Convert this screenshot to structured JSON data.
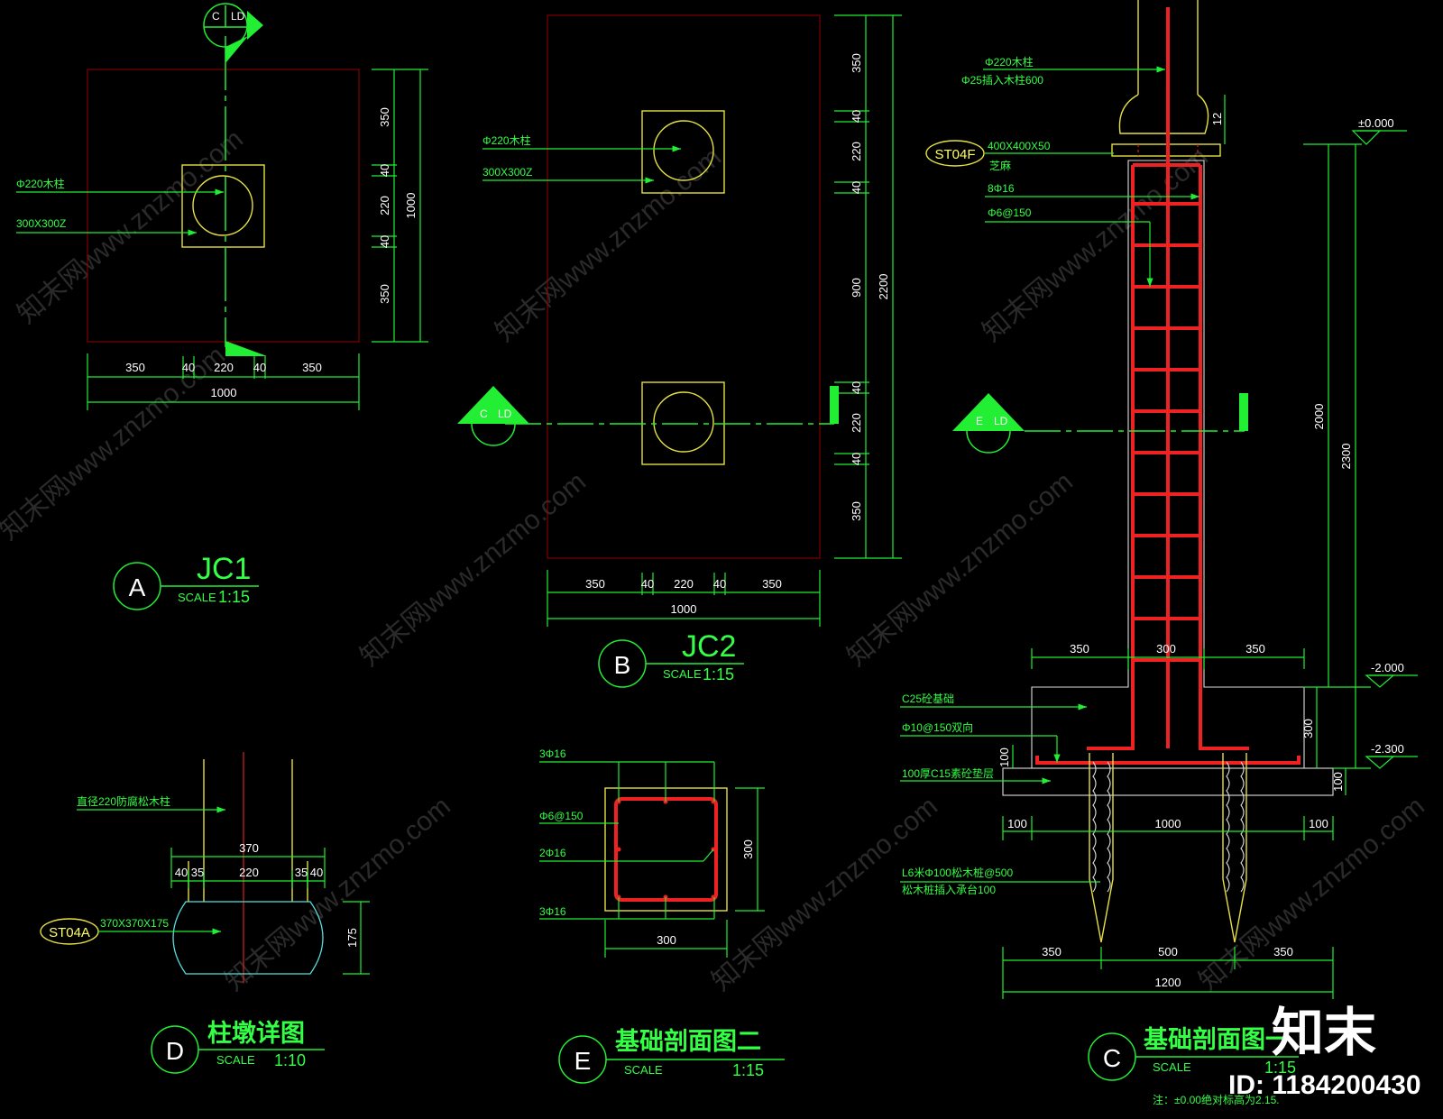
{
  "drawing": {
    "watermark": "知末网www.znzmo.com",
    "logo": "知末",
    "id_text": "ID: 1184200430",
    "note": "注：±0.00绝对标高为2.15."
  },
  "views": {
    "A": {
      "letter": "A",
      "title": "JC1",
      "scale_label": "SCALE",
      "scale": "1:15"
    },
    "B": {
      "letter": "B",
      "title": "JC2",
      "scale_label": "SCALE",
      "scale": "1:15"
    },
    "C": {
      "letter": "C",
      "title": "基础剖面图一",
      "scale_label": "SCALE",
      "scale": "1:15"
    },
    "D": {
      "letter": "D",
      "title": "柱墩详图",
      "scale_label": "SCALE",
      "scale": "1:10"
    },
    "E": {
      "letter": "E",
      "title": "基础剖面图二",
      "scale_label": "SCALE",
      "scale": "1:15"
    }
  },
  "markers": {
    "section_c": {
      "top": "C",
      "bottom": "LD"
    },
    "section_e": {
      "top": "E",
      "bottom": "LD"
    }
  },
  "jc1": {
    "labels": {
      "column": "Φ220木柱",
      "block": "300X300Z"
    },
    "dims_h": [
      "350",
      "40",
      "220",
      "40",
      "350"
    ],
    "dim_h_total": "1000",
    "dims_v": [
      "350",
      "40",
      "220",
      "40",
      "350"
    ],
    "dim_v_total": "1000"
  },
  "jc2": {
    "labels": {
      "column": "Φ220木柱",
      "block": "300X300Z"
    },
    "dims_h": [
      "350",
      "40",
      "220",
      "40",
      "350"
    ],
    "dim_h_total": "1000",
    "dims_v": [
      "350",
      "40",
      "220",
      "40",
      "900",
      "40",
      "220",
      "40",
      "350"
    ],
    "dim_v_total": "2200"
  },
  "section_c": {
    "labels": {
      "column": "Φ220木柱",
      "dowel": "Φ25插入木柱600",
      "tag": "ST04F",
      "stone": "400X400X50",
      "stone2": "芝麻",
      "main_bar": "8Φ16",
      "stirrup": "Φ6@150",
      "concrete": "C25砼基础",
      "mesh": "Φ10@150双向",
      "cushion": "100厚C15素砼垫层",
      "pile": "L6米Φ100松木桩@500",
      "pile2": "松木桩插入承台100"
    },
    "dims": {
      "cap_top": "12",
      "top_row": [
        "350",
        "300",
        "350"
      ],
      "slab": "300",
      "slab_side": "100",
      "cushion": "100",
      "mid_row": [
        "100",
        "1000",
        "100"
      ],
      "pile_row": [
        "350",
        "500",
        "350"
      ],
      "pile_total": "1200",
      "height_col": "2000",
      "height_total": "2300"
    },
    "levels": [
      "±0.000",
      "-2.000",
      "-2.300"
    ]
  },
  "section_e": {
    "labels": {
      "top": "3Φ16",
      "stirrup": "Φ6@150",
      "side": "2Φ16",
      "bottom": "3Φ16"
    },
    "dim_w": "300",
    "dim_h": "300"
  },
  "detail_d": {
    "labels": {
      "column": "直径220防腐松木柱",
      "tag": "ST04A",
      "size": "370X370X175"
    },
    "dim_total": "370",
    "dims": [
      "40",
      "35",
      "220",
      "35",
      "40"
    ],
    "dim_h": "175"
  }
}
